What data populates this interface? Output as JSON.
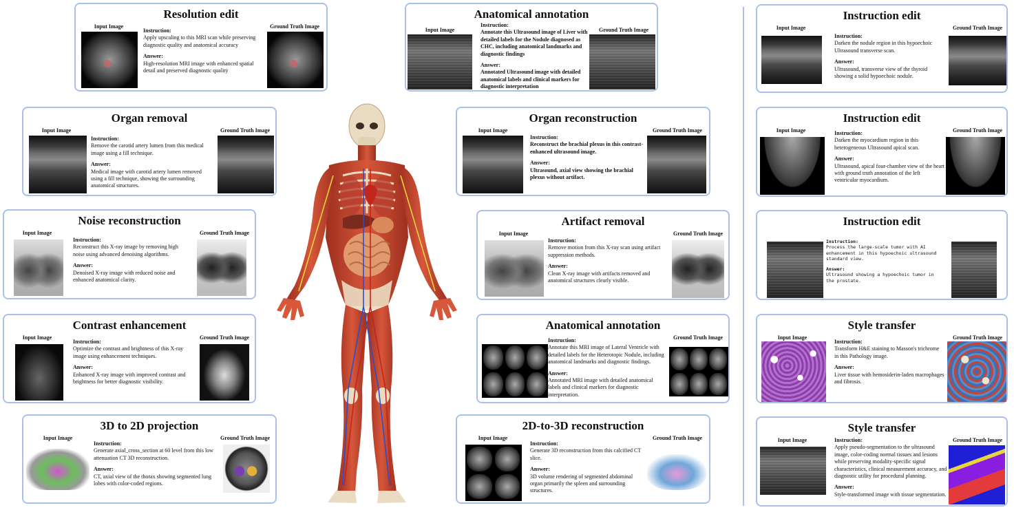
{
  "labels": {
    "input": "Input Image",
    "truth": "Ground Truth Image"
  },
  "cards": {
    "resolution_edit": {
      "title": "Resolution edit",
      "instruction_h": "Instruction:",
      "instruction": "Apply upscaling to this MRI scan while preserving diagnostic quality and anatomical accuracy",
      "answer_h": "Answer:",
      "answer": "High-resolution MRI image with enhanced spatial detail and preserved diagnostic quality"
    },
    "anatomical_annotation_1": {
      "title": "Anatomical annotation",
      "instruction_h": "Instruction:",
      "instruction": "Annotate this Ultrasound image of Liver with detailed labels for the Nodule diagnosed as CHC, including anatomical landmarks and diagnostic findings",
      "answer_h": "Answer:",
      "answer": "Annotated Ultrasound image with detailed anatomical labels and clinical markers for diagnostic interpretation"
    },
    "organ_removal": {
      "title": "Organ removal",
      "instruction_h": "Instruction:",
      "instruction": "Remove the carotid artery lumen from this medical image using a fill technique.",
      "answer_h": "Answer:",
      "answer": "Medical image with carotid artery lumen removed using a fill technique, showing the surrounding anatomical structures."
    },
    "organ_reconstruction": {
      "title": "Organ reconstruction",
      "instruction_h": "Instruction:",
      "instruction": "Reconstruct the brachial plexus in this contrast-enhanced ultrasound image.",
      "answer_h": "Answer:",
      "answer": "Ultrasound, axial view showing the brachial plexus without artifact."
    },
    "noise_reconstruction": {
      "title": "Noise reconstruction",
      "instruction_h": "Instruction:",
      "instruction": "Reconstruct this X-ray image by removing high noise using advanced denoising algorithms.",
      "answer_h": "Answer:",
      "answer": "Denoised X-ray image with reduced noise and enhanced anatomical clarity."
    },
    "artifact_removal": {
      "title": "Artifact removal",
      "instruction_h": "Instruction:",
      "instruction": "Remove motion from this X-ray scan using artifact suppression methods.",
      "answer_h": "Answer:",
      "answer": "Clean X-ray image with artifacts removed and anatomical structures clearly visible."
    },
    "contrast_enhancement": {
      "title": "Contrast enhancement",
      "instruction_h": "Instruction:",
      "instruction": "Optimize the contrast and brightness of this X-ray image using enhancement techniques.",
      "answer_h": "Answer:",
      "answer": "Enhanced X-ray image with improved contrast and brightness for better diagnostic visibility."
    },
    "anatomical_annotation_2": {
      "title": "Anatomical annotation",
      "instruction_h": "Instruction:",
      "instruction": "Annotate this MRI image of Lateral Ventricle with detailed labels for the Heterotopic Nodule, including anatomical landmarks and diagnostic findings.",
      "answer_h": "Answer:",
      "answer": "Annotated MRI image with detailed anatomical labels and clinical markers for diagnostic interpretation."
    },
    "projection_3d_2d": {
      "title": "3D to 2D projection",
      "instruction_h": "Instruction:",
      "instruction": "Generate axial_cross_section at 60 level from this low attenuation CT 3D reconstruction.",
      "answer_h": "Answer:",
      "answer": "CT, axial view of the thorax showing segmented lung lobes with color-coded regions."
    },
    "reconstruction_2d_3d": {
      "title": "2D-to-3D reconstruction",
      "instruction_h": "Instruction:",
      "instruction": "Generate 3D reconstruction from this calcified CT slice.",
      "answer_h": "Answer:",
      "answer": "3D volume rendering of segmented abdominal organ primarily the spleen and surrounding structures."
    },
    "instruction_edit_1": {
      "title": "Instruction edit",
      "instruction_h": "Instruction:",
      "instruction": "Darken the nodule region in this hypoechoic Ultrasound transverse scan.",
      "answer_h": "Answer:",
      "answer": "Ultrasound, transverse view of the thyroid showing a solid hypoechoic nodule."
    },
    "instruction_edit_2": {
      "title": "Instruction edit",
      "instruction_h": "Instruction:",
      "instruction": "Darken the myocardium region in this heterogeneous Ultrasound apical scan.",
      "answer_h": "Answer:",
      "answer": "Ultrasound, apical four-chamber view of the heart with ground truth annotation of the left ventricular myocardium."
    },
    "instruction_edit_3": {
      "title": "Instruction edit",
      "instruction_h": "Instruction:",
      "instruction": "Process the large-scale tumor with AI enhancement in this hypoechoic ultrasound standard view.",
      "answer_h": "Answer:",
      "answer": "Ultrasound showing a hypoechoic tumor in the prostate."
    },
    "style_transfer_1": {
      "title": "Style transfer",
      "instruction_h": "Instruction:",
      "instruction": "Transform H&E staining to Masson's trichrome in this Pathology image.",
      "answer_h": "Answer:",
      "answer": "Liver tissue with hemosiderin-laden macrophages and fibrosis."
    },
    "style_transfer_2": {
      "title": "Style transfer",
      "instruction_h": "Instruction:",
      "instruction": "Apply pseudo-segmentation to the ultrasound image, color-coding normal tissues and lesions while preserving modality-specific signal characteristics, clinical measurement accuracy, and diagnostic utility for procedural planning.",
      "answer_h": "Answer:",
      "answer": "Style-transformed image with tissue segmentation."
    }
  },
  "colors": {
    "card_border": "#a9c1ea",
    "skin_muscle": "#c8452f",
    "bone": "#eadcc2"
  }
}
